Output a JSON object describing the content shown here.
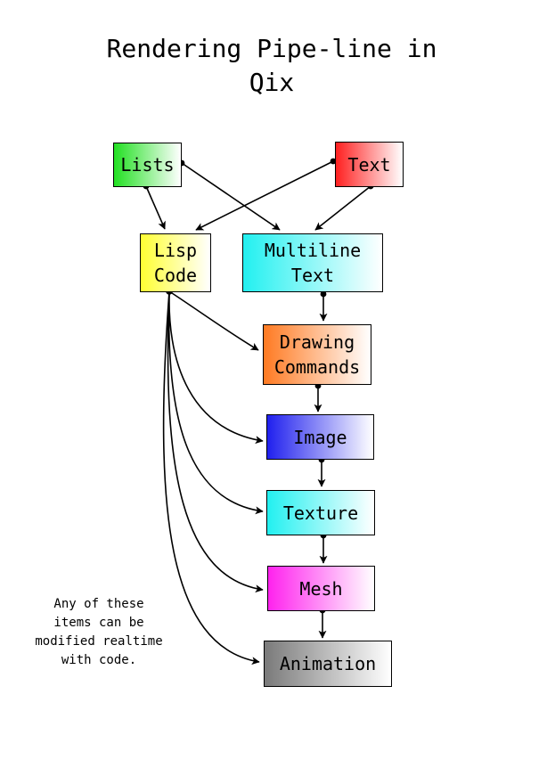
{
  "title": "Rendering Pipe-line in\nQix",
  "note": "Any of these\nitems can be\nmodified realtime\nwith code.",
  "nodes": {
    "lists": {
      "label": "Lists",
      "color": "#22e022"
    },
    "text": {
      "label": "Text",
      "color": "#ff2020"
    },
    "lisp": {
      "label": "Lisp\nCode",
      "color": "#ffff33"
    },
    "multi": {
      "label": "Multiline\nText",
      "color": "#22f0f0"
    },
    "drawing": {
      "label": "Drawing\nCommands",
      "color": "#ff7a22"
    },
    "image": {
      "label": "Image",
      "color": "#2020ee"
    },
    "texture": {
      "label": "Texture",
      "color": "#22f0f0"
    },
    "mesh": {
      "label": "Mesh",
      "color": "#ff22ee"
    },
    "animation": {
      "label": "Animation",
      "color": "#7a7a7a"
    }
  }
}
